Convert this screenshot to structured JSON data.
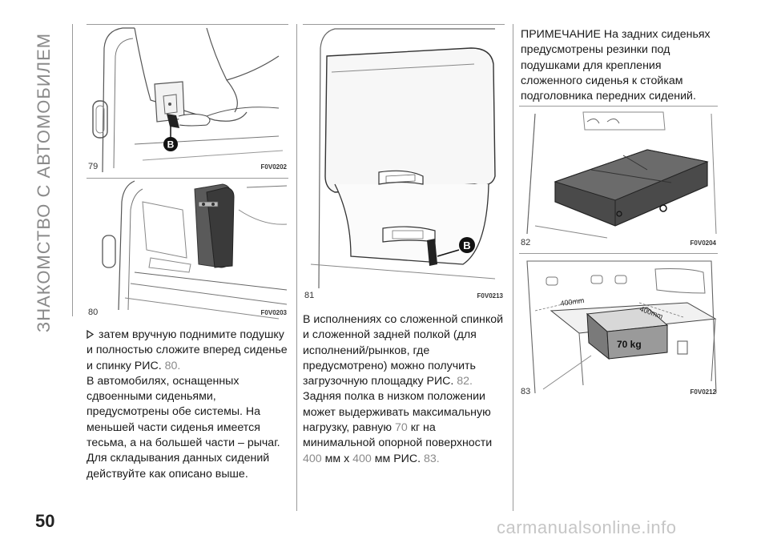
{
  "section_title": "ЗНАКОМСТВО С АВТОМОБИЛЕМ",
  "page_number": "50",
  "watermark": "carmanualsonline.info",
  "figures": [
    {
      "number": "79",
      "code": "F0V0202",
      "callout": "B"
    },
    {
      "number": "80",
      "code": "F0V0203"
    },
    {
      "number": "81",
      "code": "F0V0213",
      "callout": "B"
    },
    {
      "number": "82",
      "code": "F0V0204"
    },
    {
      "number": "83",
      "code": "F0V0212",
      "dim_label_1": "400mm",
      "dim_label_2": "400mm",
      "weight_label": "70 kg"
    }
  ],
  "col1": {
    "p1_text": "затем вручную поднимите подушку и полностью сложите вперед сиденье и спинку РИС.",
    "p1_ref": "80.",
    "p2": "В автомобилях, оснащенных сдвоенными сиденьями, предусмотрены обе системы. На меньшей части сиденья имеется тесьма, а на большей части – рычаг. Для складывания данных сидений действуйте как описано выше."
  },
  "col2": {
    "t1": "В исполнениях со сложенной спинкой и сложенной задней полкой (для исполнений/рынков, где предусмотрено) можно получить загрузочную площадку РИС.",
    "r1": "82.",
    "t2": "Задняя полка в низком положении может выдерживать максимальную нагрузку, равную",
    "r2": "70",
    "t3": "кг на минимальной опорной поверхности",
    "r3": "400",
    "t4": "мм x",
    "r4": "400",
    "t5": "мм РИС.",
    "r5": "83."
  },
  "col3": {
    "note": "ПРИМЕЧАНИЕ На задних сиденьях предусмотрены резинки под подушками для крепления сложенного сиденья к стойкам подголовника передних сидений."
  }
}
